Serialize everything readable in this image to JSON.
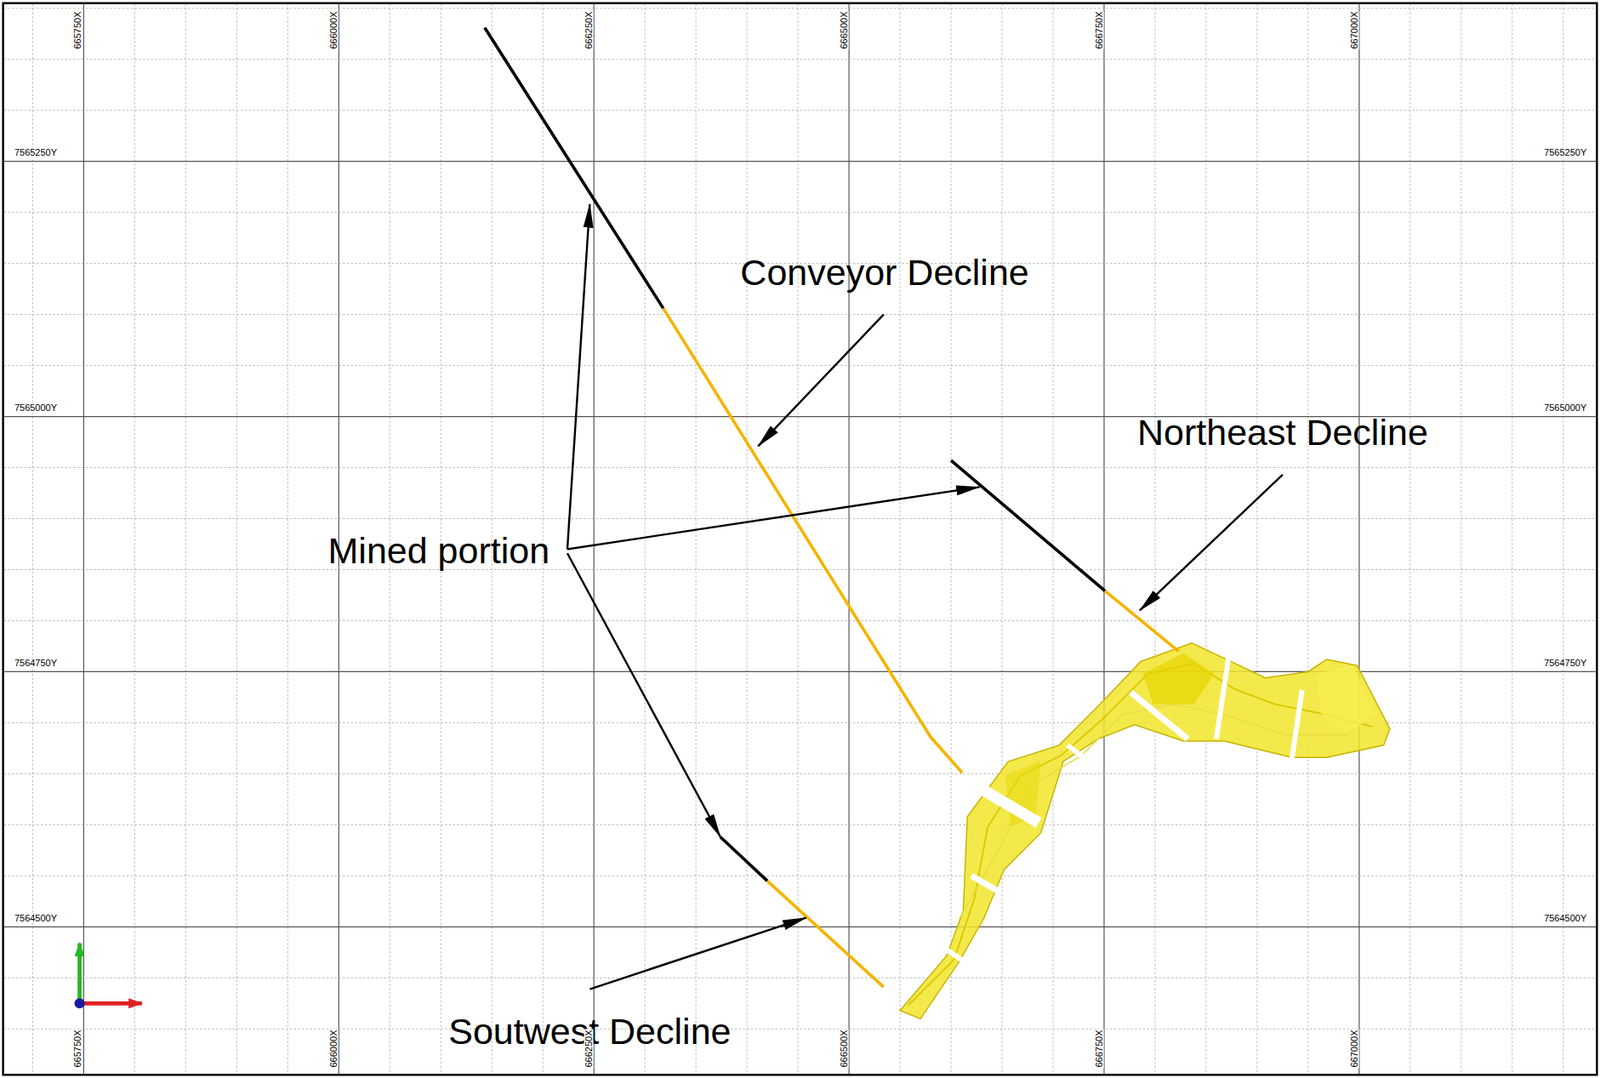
{
  "diagram": {
    "labels": [
      "665750X",
      "666000X",
      "666250X",
      "666500X",
      "666750X",
      "667000X",
      "7565250Y",
      "7565250Y",
      "Conveyor Decline",
      "7565000Y",
      "7565000Y",
      "Northeast Decline",
      "Mined portion",
      "7564750Y",
      "7564750Y",
      "7564500Y",
      "7564500Y",
      "Soutwest Decline",
      "665750X",
      "666000X",
      "666250X",
      "666500X",
      "666750X",
      "667000X"
    ]
  }
}
